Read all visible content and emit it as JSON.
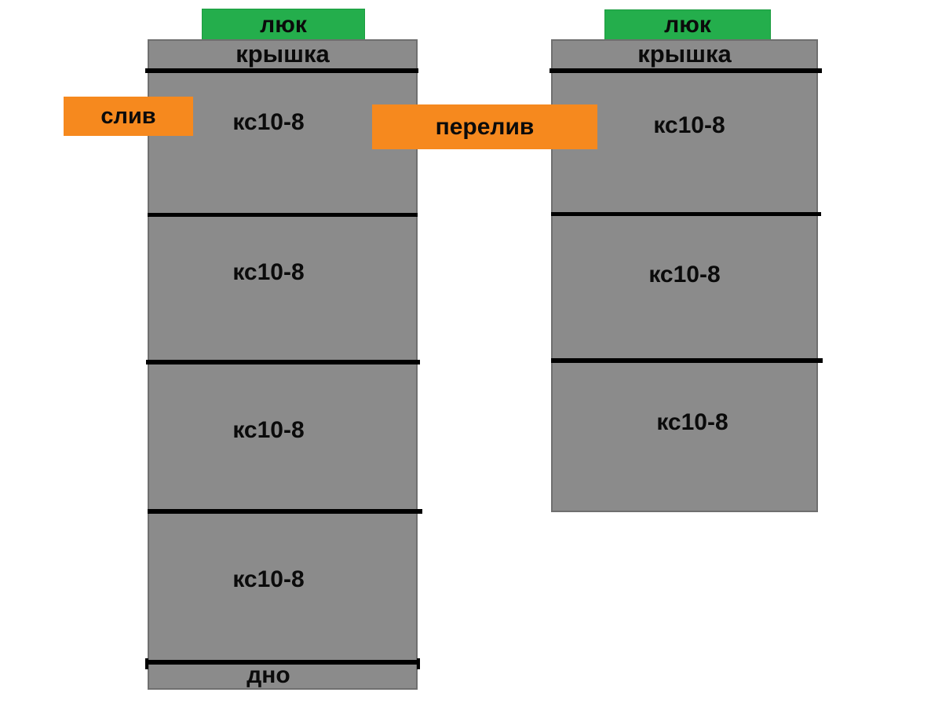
{
  "canvas": {
    "background": "#ffffff"
  },
  "colors": {
    "concrete_gray": "#8b8b8b",
    "concrete_border": "#6f6f6f",
    "hatch_green": "#24ae4c",
    "pipe_orange": "#f6891e",
    "joint_line_black": "#000000",
    "text_black": "#0b0b0b"
  },
  "left_well": {
    "hatch_label": "люк",
    "lid_label": "крышка",
    "rings": [
      "кс10-8",
      "кс10-8",
      "кс10-8",
      "кс10-8"
    ],
    "bottom_label": "дно"
  },
  "right_well": {
    "hatch_label": "люк",
    "lid_label": "крышка",
    "rings": [
      "кс10-8",
      "кс10-8",
      "кс10-8"
    ]
  },
  "labels": {
    "drain": "слив",
    "overflow": "перелив"
  }
}
